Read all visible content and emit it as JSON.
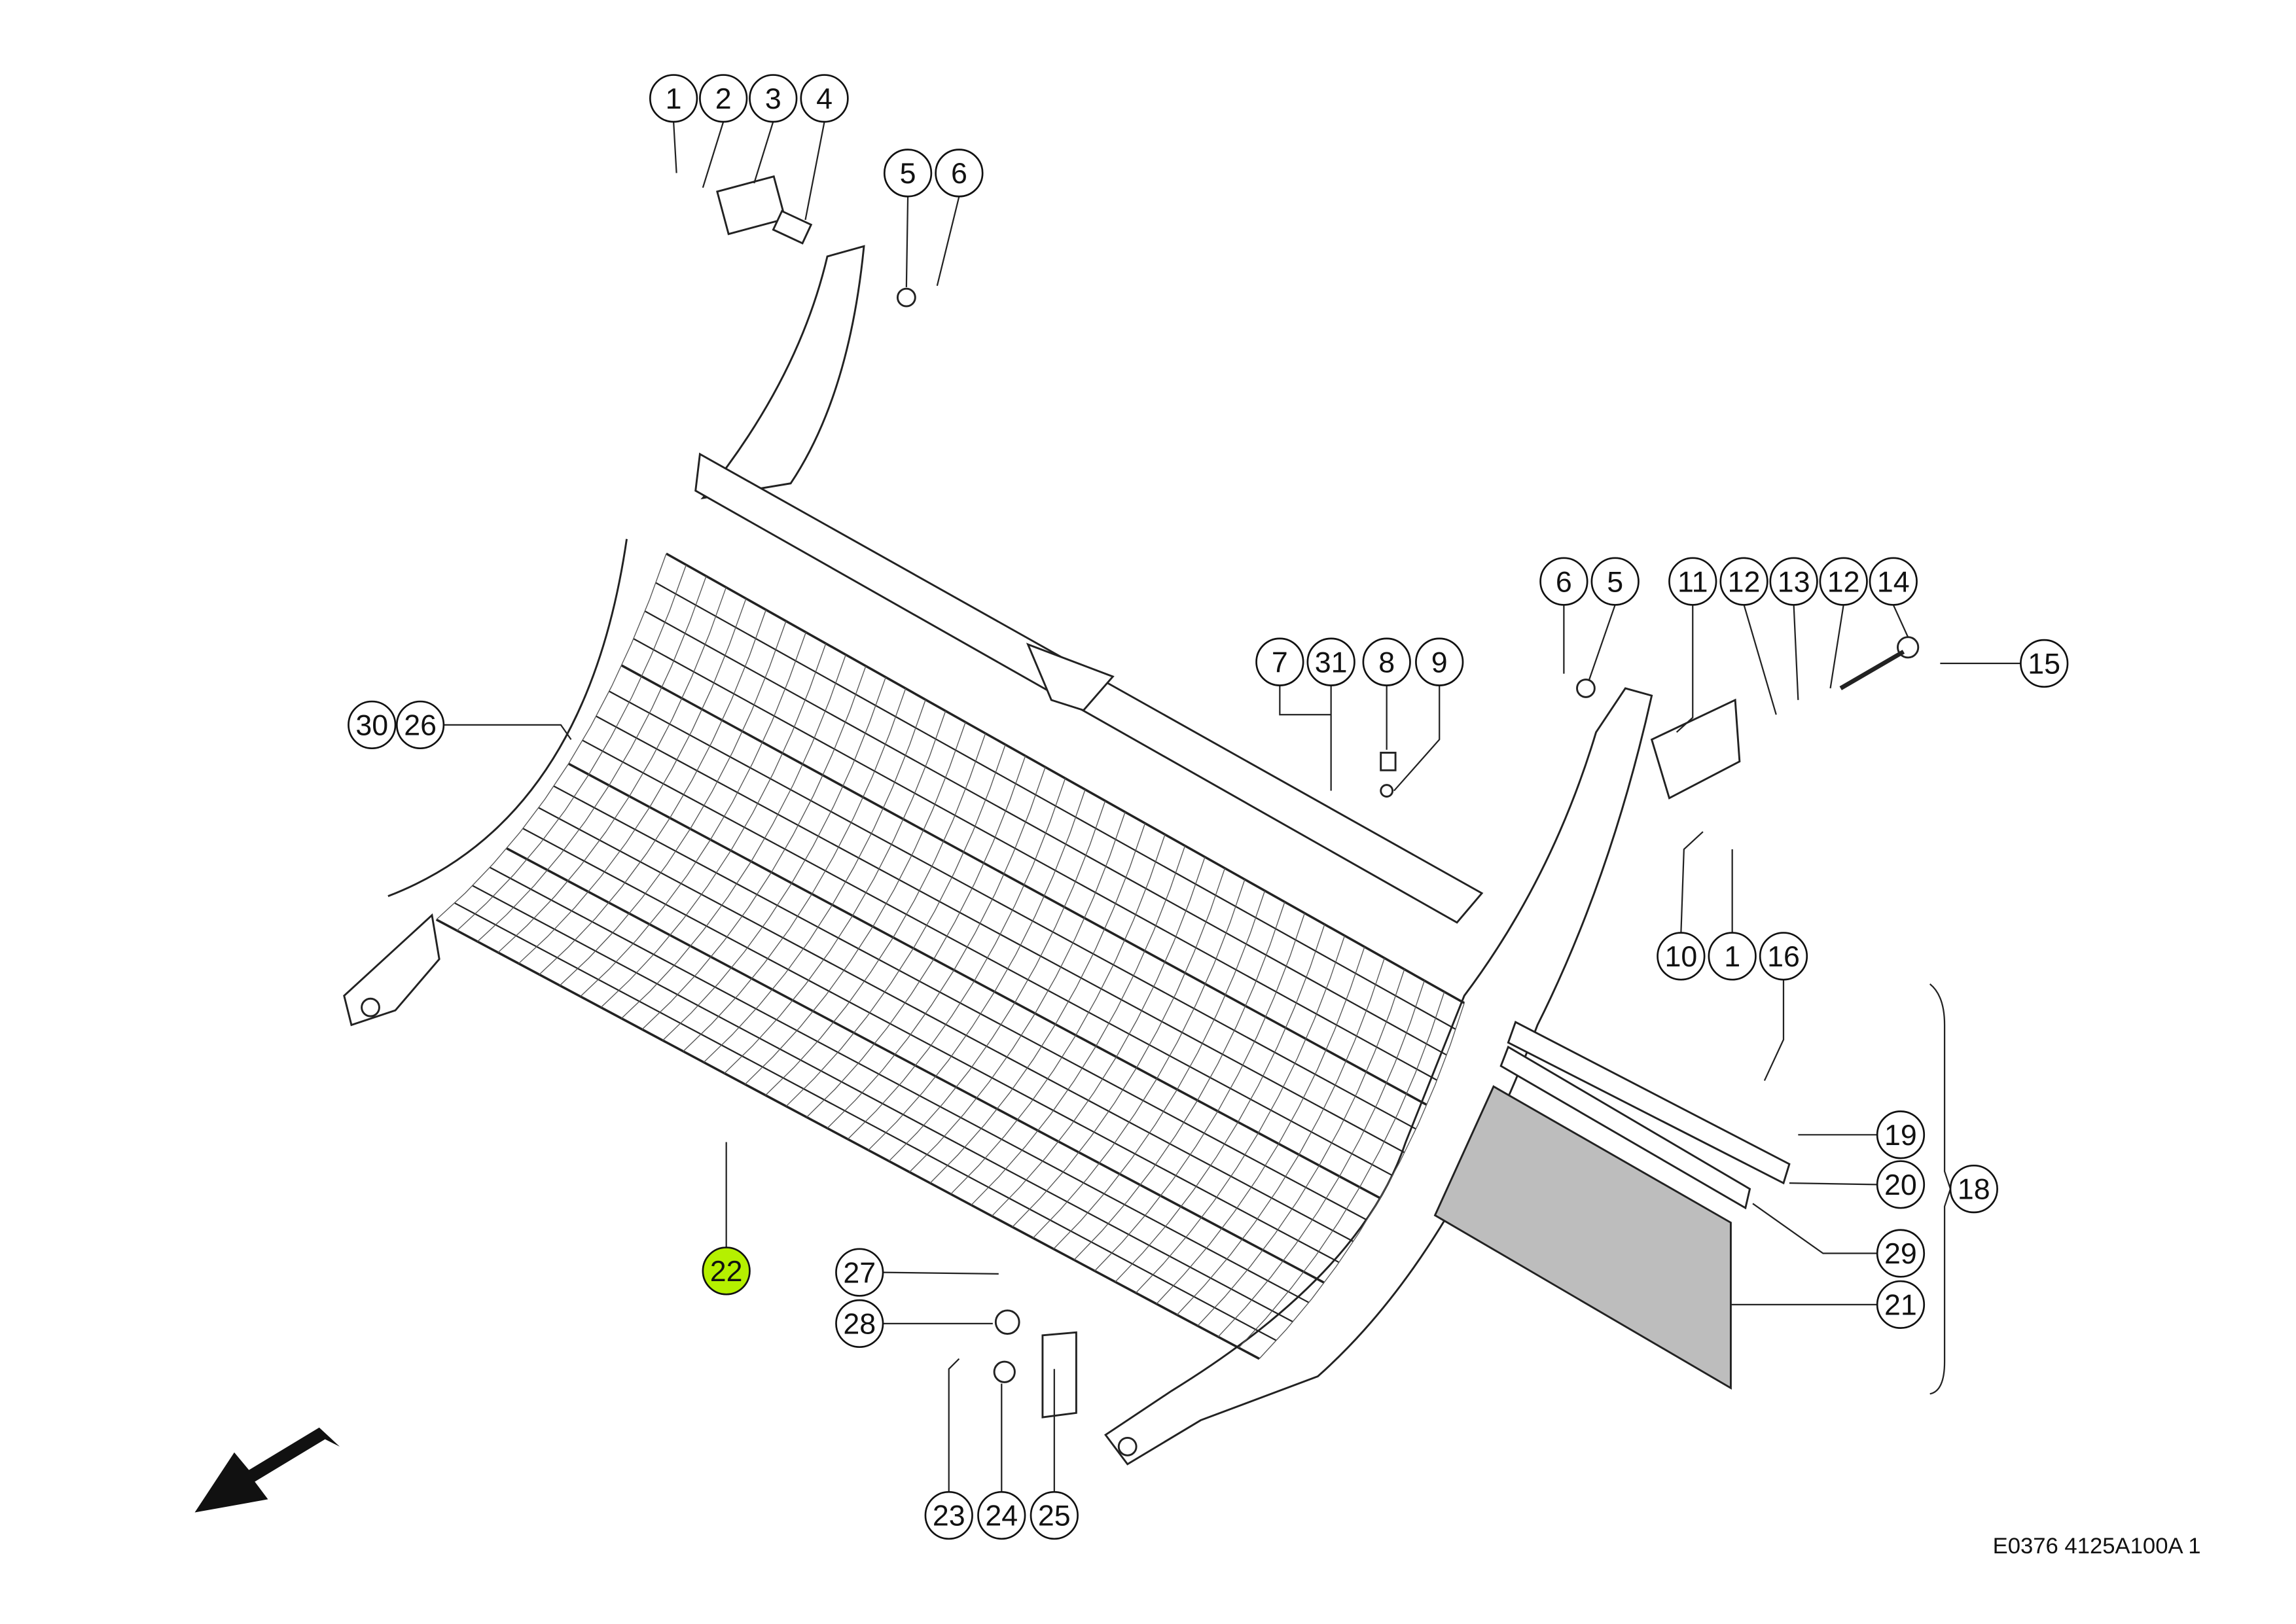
{
  "diagram": {
    "callouts": [
      "1",
      "2",
      "3",
      "4",
      "5",
      "6",
      "6",
      "5",
      "11",
      "12",
      "13",
      "12",
      "14",
      "15",
      "7",
      "31",
      "8",
      "9",
      "30",
      "26",
      "10",
      "1",
      "16",
      "19",
      "20",
      "18",
      "29",
      "21",
      "22",
      "27",
      "28",
      "23",
      "24",
      "25"
    ],
    "highlighted_callout": "22",
    "highlight_color": "#b5f000",
    "direction_arrow": "arrow-down-left-icon"
  },
  "footer": {
    "drawing_code": "E0376 4125A100A 1"
  }
}
